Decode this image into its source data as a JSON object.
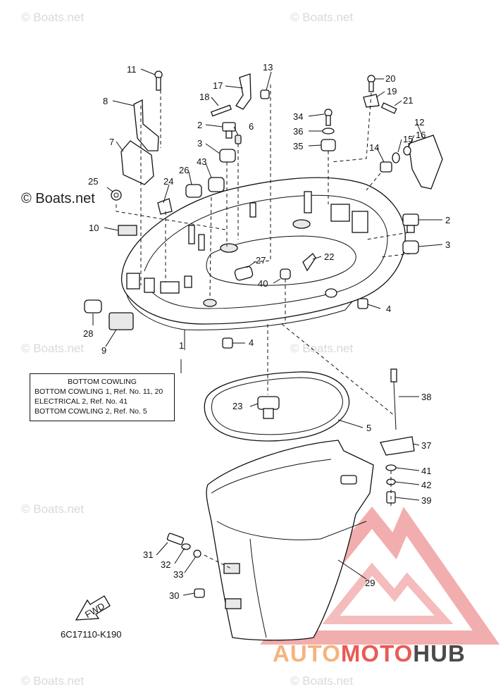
{
  "watermarks": {
    "small": "© Boats.net",
    "large": "© Boats.net"
  },
  "callouts": {
    "n1": "1",
    "n2": "2",
    "n3": "3",
    "n4": "4",
    "n5": "5",
    "n6": "6",
    "n7": "7",
    "n8": "8",
    "n9": "9",
    "n10": "10",
    "n11": "11",
    "n12": "12",
    "n13": "13",
    "n14": "14",
    "n15": "15",
    "n16": "16",
    "n17": "17",
    "n18": "18",
    "n19": "19",
    "n20": "20",
    "n21": "21",
    "n22": "22",
    "n23": "23",
    "n24": "24",
    "n25": "25",
    "n26": "26",
    "n27": "27",
    "n28": "28",
    "n29": "29",
    "n30": "30",
    "n31": "31",
    "n32": "32",
    "n33": "33",
    "n34": "34",
    "n35": "35",
    "n36": "36",
    "n37": "37",
    "n38": "38",
    "n39": "39",
    "n40": "40",
    "n41": "41",
    "n42": "42",
    "n43": "43"
  },
  "reference_box": {
    "title": "BOTTOM COWLING",
    "lines": [
      "BOTTOM COWLING 1, Ref. No. 11, 20",
      "ELECTRICAL 2, Ref. No. 41",
      "BOTTOM COWLING 2, Ref. No. 5"
    ]
  },
  "fwd_label": "FWD",
  "diagram_code": "6C17110-K190",
  "brand": {
    "part1": "AUTO",
    "part2": "MOTO",
    "part3": "HUB",
    "colors": {
      "auto": "#f6b37c",
      "moto": "#ea5a55",
      "hub": "#4a4a4a",
      "logo": "#ea5a55"
    }
  }
}
